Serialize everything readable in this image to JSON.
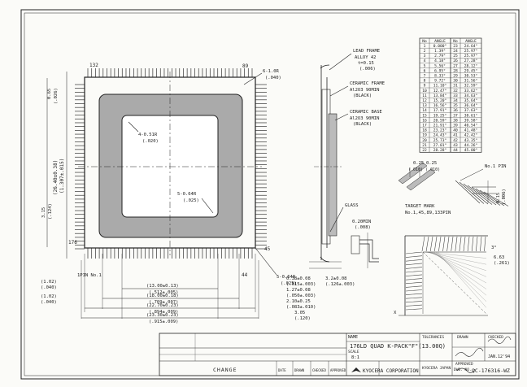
{
  "package": {
    "pin_labels": {
      "top_left": "132",
      "top_right": "89",
      "right_bottom": "45",
      "bottom_left": "176",
      "bottom_right": "44",
      "pin1": "1PIN No.1"
    },
    "top_dims": {
      "corner_r": "6-1.0R",
      "corner_r_in": "(.040)",
      "inner_r": "4-0.51R",
      "inner_r_in": "(.020)",
      "mid_r": "5-0.64R",
      "mid_r_in": "(.025)",
      "bot_r": "5-0.64R",
      "bot_r_in": "(.025)",
      "left_pitch": "0.65",
      "left_pitch_in": "(.026)"
    },
    "vertical_dims": {
      "outer": "(26.40±0.38)",
      "outer_in": "(1.307±.015)",
      "seal": "3.15",
      "seal_in": "(.124)"
    },
    "side_notes": {
      "left1": "(1.02)",
      "left1_in": "(.040)",
      "left2": "(1.02)",
      "left2_in": "(.040)"
    },
    "bottom_dims": [
      {
        "mm": "(13.00±0.13)",
        "inch": "(.512±.005)"
      },
      {
        "mm": "(18.00±0.18)",
        "inch": "(.709±.007)"
      },
      {
        "mm": "(22.70±0.23)",
        "inch": "(.894±.009)"
      },
      {
        "mm": "(23.30±0.23)",
        "inch": "(.915±.009)"
      }
    ]
  },
  "section": {
    "lead_frame": {
      "title": "LEAD FRAME",
      "l1": "ALLOY 42",
      "l2": "t=0.15",
      "l3": "(.006)"
    },
    "ceramic_frame": {
      "title": "CERAMIC FRAME",
      "l1": "Al2O3 90MIN",
      "l2": "(BLACK)"
    },
    "ceramic_base": {
      "title": "CERAMIC BASE",
      "l1": "Al2O3 90MIN",
      "l2": "(BLACK)"
    },
    "glass": "GLASS",
    "dims": {
      "a": "0.20MIN",
      "a_in": "(.008)",
      "b": "0.38±0.08",
      "b_in": "(.015±.003)",
      "c": "3.2±0.08",
      "c_in": "(.126±.003)",
      "d": "1.27±0.08",
      "d_in": "(.050±.003)",
      "e": "2.10±0.25",
      "e_in": "(.083±.010)",
      "f": "3.05",
      "f_in": "(.120)"
    }
  },
  "angle_table": {
    "headers": [
      "No",
      "ANGLE",
      "No",
      "ANGLE"
    ],
    "rows": [
      [
        "1",
        "0.000°",
        "23",
        "24.64°"
      ],
      [
        "2",
        "1.39°",
        "24",
        "25.97°"
      ],
      [
        "3",
        "2.79°",
        "25",
        "25.97°"
      ],
      [
        "4",
        "4.18°",
        "26",
        "27.28°"
      ],
      [
        "5",
        "5.56°",
        "27",
        "28.12°"
      ],
      [
        "6",
        "6.95°",
        "28",
        "29.45°"
      ],
      [
        "7",
        "8.33°",
        "29",
        "30.53°"
      ],
      [
        "8",
        "9.72°",
        "30",
        "31.56°"
      ],
      [
        "9",
        "11.10°",
        "31",
        "32.59°"
      ],
      [
        "10",
        "12.47°",
        "32",
        "33.62°"
      ],
      [
        "11",
        "13.84°",
        "33",
        "34.63°"
      ],
      [
        "12",
        "15.20°",
        "34",
        "35.64°"
      ],
      [
        "13",
        "16.56°",
        "35",
        "36.64°"
      ],
      [
        "14",
        "17.91°",
        "36",
        "37.63°"
      ],
      [
        "15",
        "19.25°",
        "37",
        "38.61°"
      ],
      [
        "16",
        "20.59°",
        "38",
        "39.58°"
      ],
      [
        "17",
        "21.91°",
        "39",
        "40.54°"
      ],
      [
        "18",
        "23.23°",
        "40",
        "41.48°"
      ],
      [
        "19",
        "24.43°",
        "41",
        "42.42°"
      ],
      [
        "20",
        "25.73°",
        "42",
        "43.35°"
      ],
      [
        "21",
        "27.01°",
        "43",
        "44.26°"
      ],
      [
        "22",
        "28.28°",
        "44",
        "45.00°"
      ]
    ]
  },
  "lead_detail": {
    "w1": "0.25",
    "w2": "0.25",
    "w_in": "(.010) (.010)",
    "pin1": "No.1 PIN",
    "thk": "0.15",
    "thk_in": "(.006)",
    "target": "TARGET MARK",
    "target_pins": "No.1,45,89,133PIN"
  },
  "corner_detail": {
    "angle": "3°",
    "dim": "6.63",
    "dim_in": "(.261)",
    "axis": "X"
  },
  "title_block": {
    "name_label": "NAME",
    "name": "176LD QUAD K-PACK\"F\"(13.00Q)",
    "scale_label": "SCALE",
    "scale": "8:1",
    "tolerance": "TOLERANCES",
    "drawn": "DRAWN",
    "checked": "CHECKED",
    "approved": "APPROVED",
    "date": "JAN.12'94",
    "company": "KYOCERA CORPORATION",
    "origin": "KYOCERA JAPAN",
    "dwg_label": "DWG. NO.",
    "dwg": "QC-176316-WZ",
    "change": "CHANGE",
    "date_col": "DATE",
    "drawn_col": "DRAWN",
    "checked_col": "CHECKED",
    "approved_col": "APPROVED"
  }
}
